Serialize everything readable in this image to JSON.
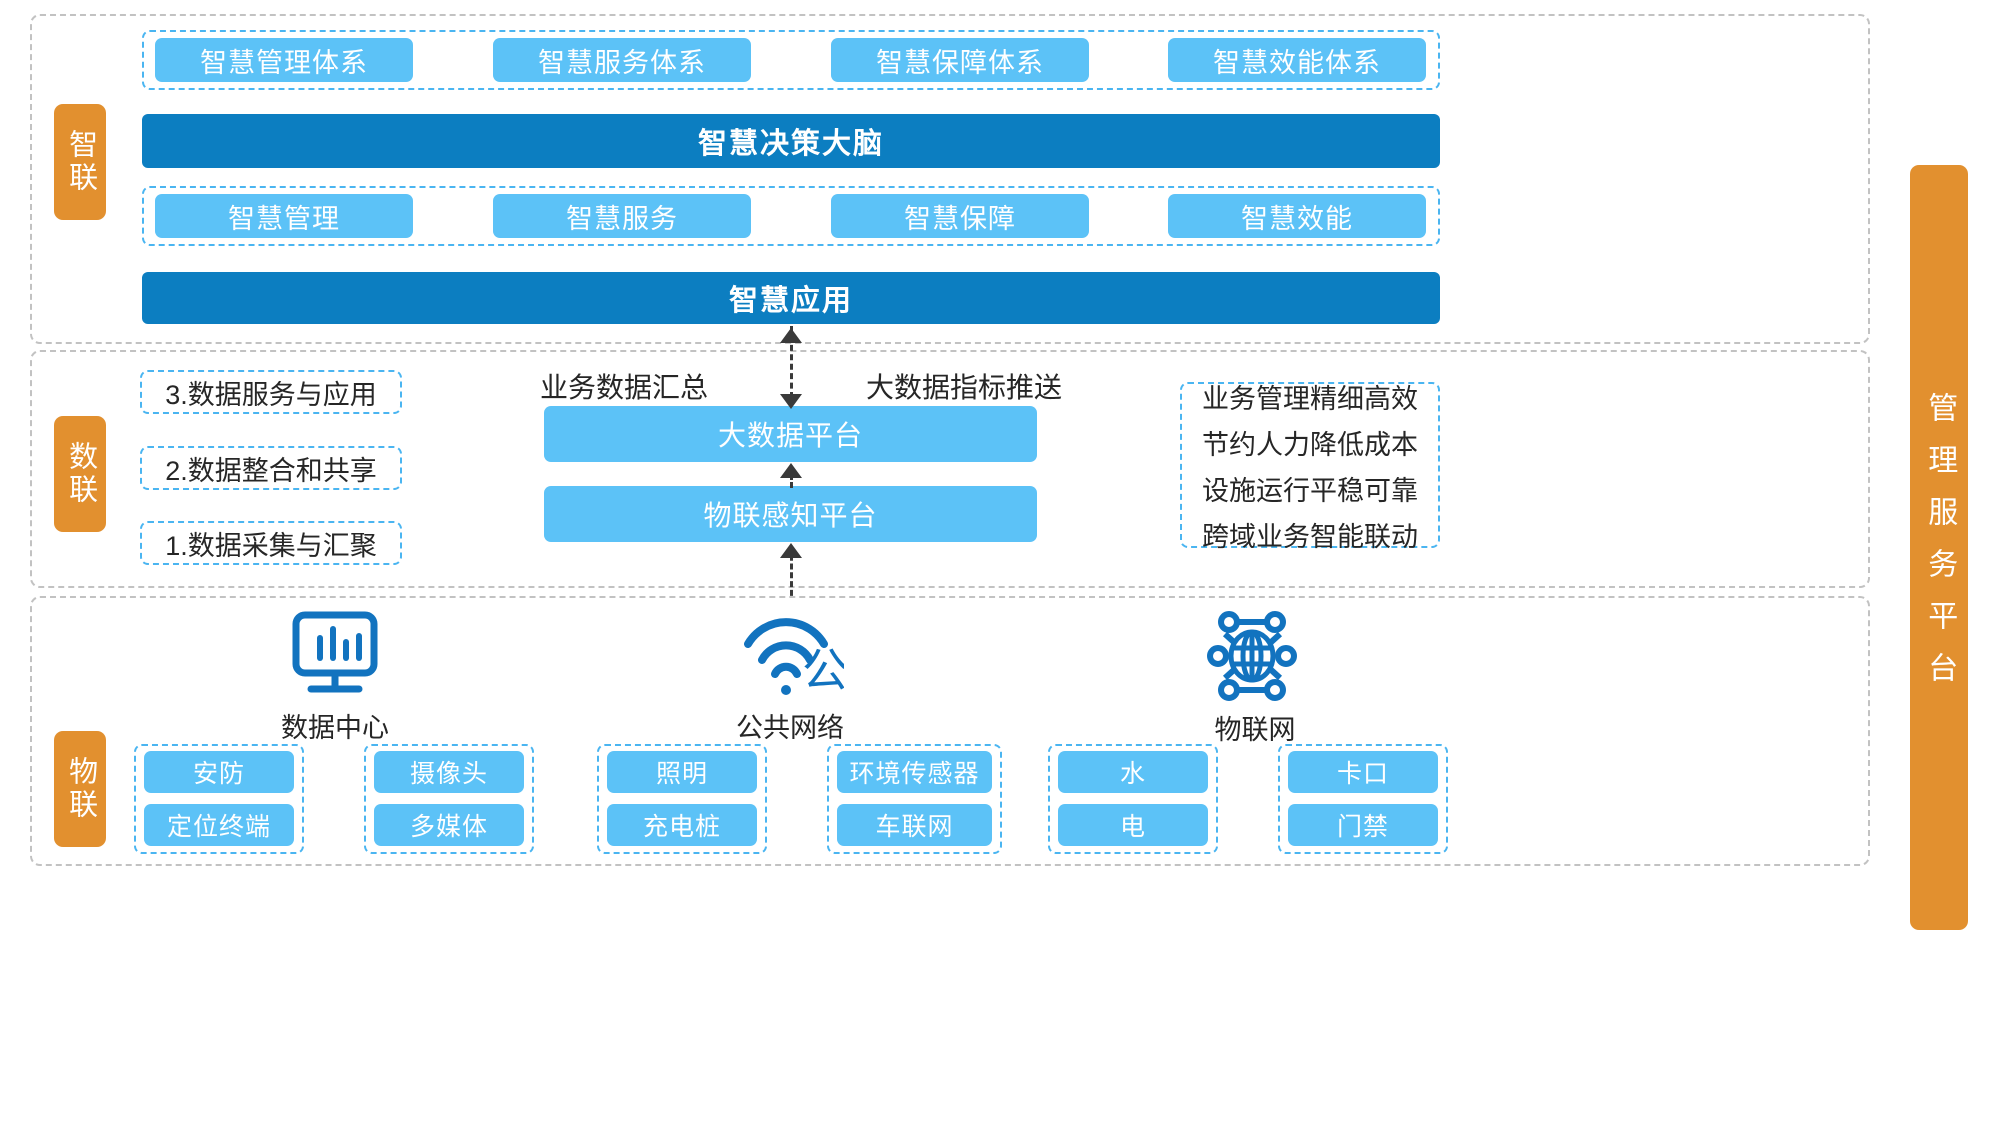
{
  "layers": {
    "smart": {
      "tab_label": "智联",
      "systems_row": [
        {
          "label": "智慧管理体系"
        },
        {
          "label": "智慧服务体系"
        },
        {
          "label": "智慧保障体系"
        },
        {
          "label": "智慧效能体系"
        }
      ],
      "brain_bar": "智慧决策大脑",
      "modules_row": [
        {
          "label": "智慧管理"
        },
        {
          "label": "智慧服务"
        },
        {
          "label": "智慧保障"
        },
        {
          "label": "智慧效能"
        }
      ],
      "application_bar": "智慧应用"
    },
    "data": {
      "tab_label": "数联",
      "steps": [
        {
          "label": "3.数据服务与应用"
        },
        {
          "label": "2.数据整合和共享"
        },
        {
          "label": "1.数据采集与汇聚"
        }
      ],
      "flow_left_label": "业务数据汇总",
      "flow_right_label": "大数据指标推送",
      "platforms": [
        {
          "label": "大数据平台"
        },
        {
          "label": "物联感知平台"
        }
      ],
      "benefits": [
        "业务管理精细高效",
        "节约人力降低成本",
        "设施运行平稳可靠",
        "跨域业务智能联动"
      ]
    },
    "iot": {
      "tab_label": "物联",
      "nodes": [
        {
          "icon": "data-center-monitor-icon",
          "label": "数据中心",
          "groups": [
            {
              "items": [
                "安防",
                "定位终端"
              ]
            },
            {
              "items": [
                "摄像头",
                "多媒体"
              ]
            }
          ]
        },
        {
          "icon": "public-network-wifi-icon",
          "label": "公共网络",
          "groups": [
            {
              "items": [
                "照明",
                "充电桩"
              ]
            },
            {
              "items": [
                "环境传感器",
                "车联网"
              ]
            }
          ]
        },
        {
          "icon": "iot-globe-network-icon",
          "label": "物联网",
          "groups": [
            {
              "items": [
                "水",
                "电"
              ]
            },
            {
              "items": [
                "卡口",
                "门禁"
              ]
            }
          ]
        }
      ]
    }
  },
  "right_rail": {
    "label": "管理服务平台"
  },
  "colors": {
    "accent_orange": "#e2902f",
    "chip_blue": "#5cc2f7",
    "bar_dark_blue": "#0c7ec1",
    "dash_blue": "#4ab5f1",
    "dash_gray": "#c2c2c2",
    "icon_blue": "#1273bf"
  }
}
